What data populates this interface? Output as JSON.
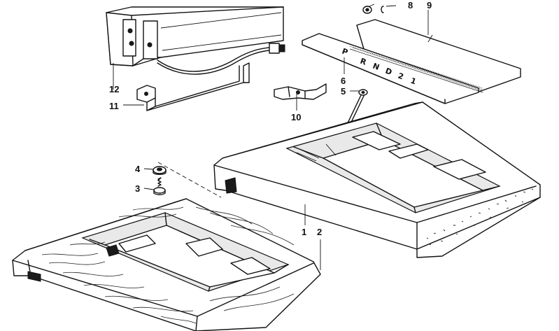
{
  "callouts": {
    "p1": "1",
    "p2": "2",
    "p3": "3",
    "p4": "4",
    "p5": "5",
    "p6": "6",
    "p8": "8",
    "p9": "9",
    "p10": "10",
    "p11": "11",
    "p12": "12"
  },
  "gear_indicator": [
    "P",
    "R",
    "N",
    "D",
    "2",
    "1"
  ]
}
